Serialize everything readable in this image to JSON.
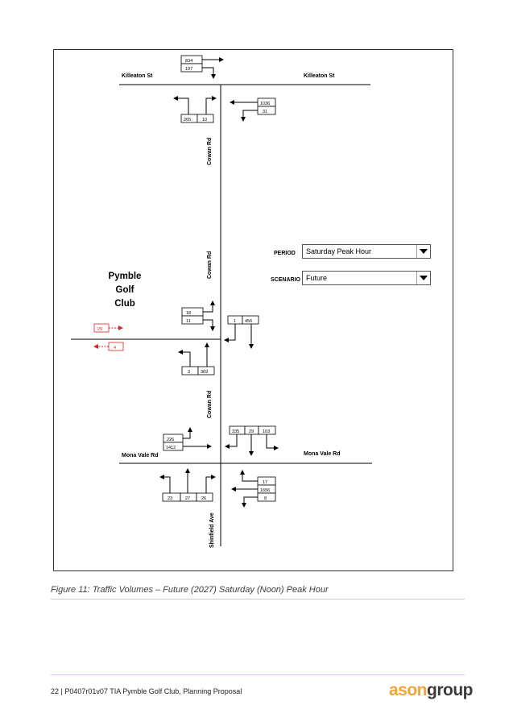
{
  "streets": {
    "killeaton_w": "Killeaton St",
    "killeaton_e": "Killeaton St",
    "cowan_n": "Cowan Rd",
    "cowan_mid": "Cowan Rd",
    "cowan_s": "Cowan Rd",
    "mona_w": "Mona Vale Rd",
    "mona_e": "Mona Vale Rd",
    "shinfield": "Shinfield Ave"
  },
  "controls": {
    "period_label": "PERIOD",
    "period_value": "Saturday Peak Hour",
    "scenario_label": "SCENARIO",
    "scenario_value": "Future"
  },
  "site_label": [
    "Pymble",
    "Golf",
    "Club"
  ],
  "volumes": {
    "killeaton_top_right": "834",
    "killeaton_top_down": "197",
    "killeaton_sb_left": "265",
    "killeaton_sb_right": "10",
    "killeaton_east_left": "1036",
    "killeaton_east_right": "31",
    "club_nb_right": "18",
    "club_nb_thru": "11",
    "club_sb_1": "1",
    "club_sb_456": "456",
    "club_bottom_left": "3",
    "club_bottom_thru": "369",
    "club_in": "29",
    "club_out": "4",
    "mona_west_226": "226",
    "mona_west_1412": "1412",
    "mona_sb_335": "335",
    "mona_sb_29": "29",
    "mona_sb_103": "103",
    "mona_bottom_23": "23",
    "mona_bottom_27": "27",
    "mona_bottom_26": "26",
    "mona_east_17": "17",
    "mona_east_1656": "1656",
    "mona_east_8": "8"
  },
  "caption": "Figure 11: Traffic Volumes – Future (2027) Saturday (Noon) Peak Hour",
  "footer": {
    "text": "22 | P0407r01v07 TIA Pymble Golf Club, Planning Proposal",
    "logo_a": "ason",
    "logo_b": "group"
  },
  "colors": {
    "accent": "#f2a33a",
    "club_flow": "#e02020",
    "footer_rule": "#f3d38a"
  }
}
